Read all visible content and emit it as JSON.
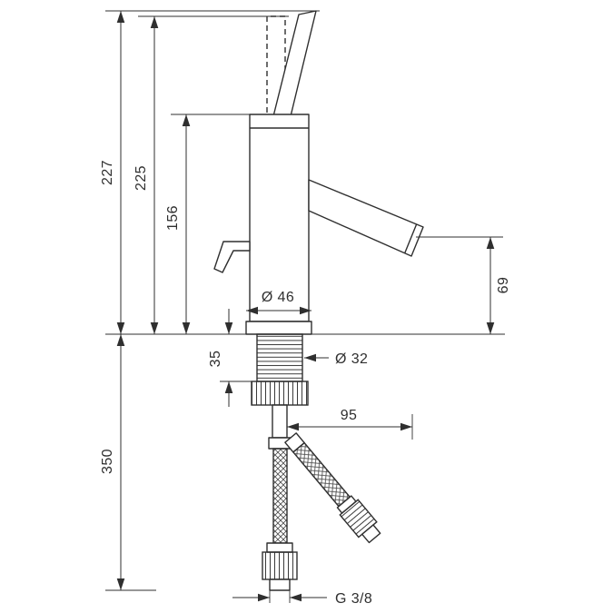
{
  "page": {
    "background": "#ffffff",
    "line_color": "#2f2f2f"
  },
  "dimensions": {
    "total_height": "227",
    "handle_height": "225",
    "body_height": "156",
    "base_diameter": "Ø 46",
    "shank_diameter": "Ø 32",
    "shank_height": "35",
    "spout_height": "69",
    "hose_offset": "95",
    "hose_length": "350",
    "thread_size": "G 3/8"
  }
}
